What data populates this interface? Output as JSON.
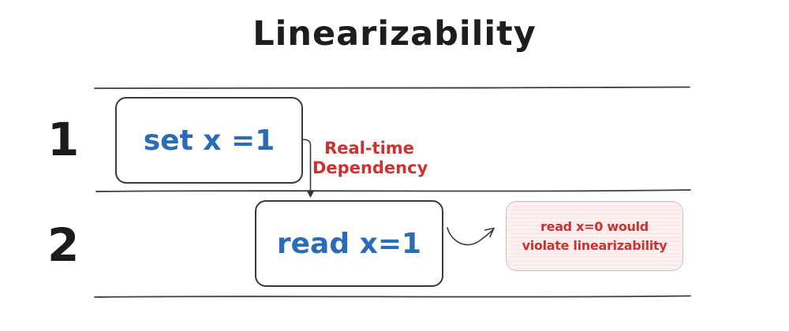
{
  "title": "Linearizability",
  "lanes": [
    {
      "label": "1"
    },
    {
      "label": "2"
    }
  ],
  "operations": {
    "set": {
      "label": "set x =1"
    },
    "read": {
      "label": "read x=1"
    }
  },
  "dependency_label": {
    "line1": "Real-time",
    "line2": "Dependency"
  },
  "violation_note": {
    "line1": "read x=0 would",
    "line2": "violate linearizability"
  },
  "colors": {
    "operation_text_blue": "#2b6cb8",
    "annotation_red": "#cf3131",
    "note_background": "#fdf1f0",
    "note_border": "#cfc0c0",
    "ink": "#2f2f2f"
  }
}
